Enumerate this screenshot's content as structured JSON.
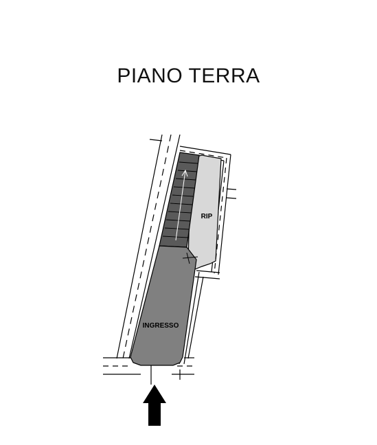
{
  "title": "PIANO TERRA",
  "rooms": {
    "ingresso": {
      "label": "INGRESSO",
      "fill": "#808080"
    },
    "rip": {
      "label": "RIP",
      "fill": "#d8d8d8"
    }
  },
  "stairs": {
    "fill": "#5a5a5a"
  },
  "colors": {
    "walls": "#000000",
    "background": "#ffffff"
  }
}
